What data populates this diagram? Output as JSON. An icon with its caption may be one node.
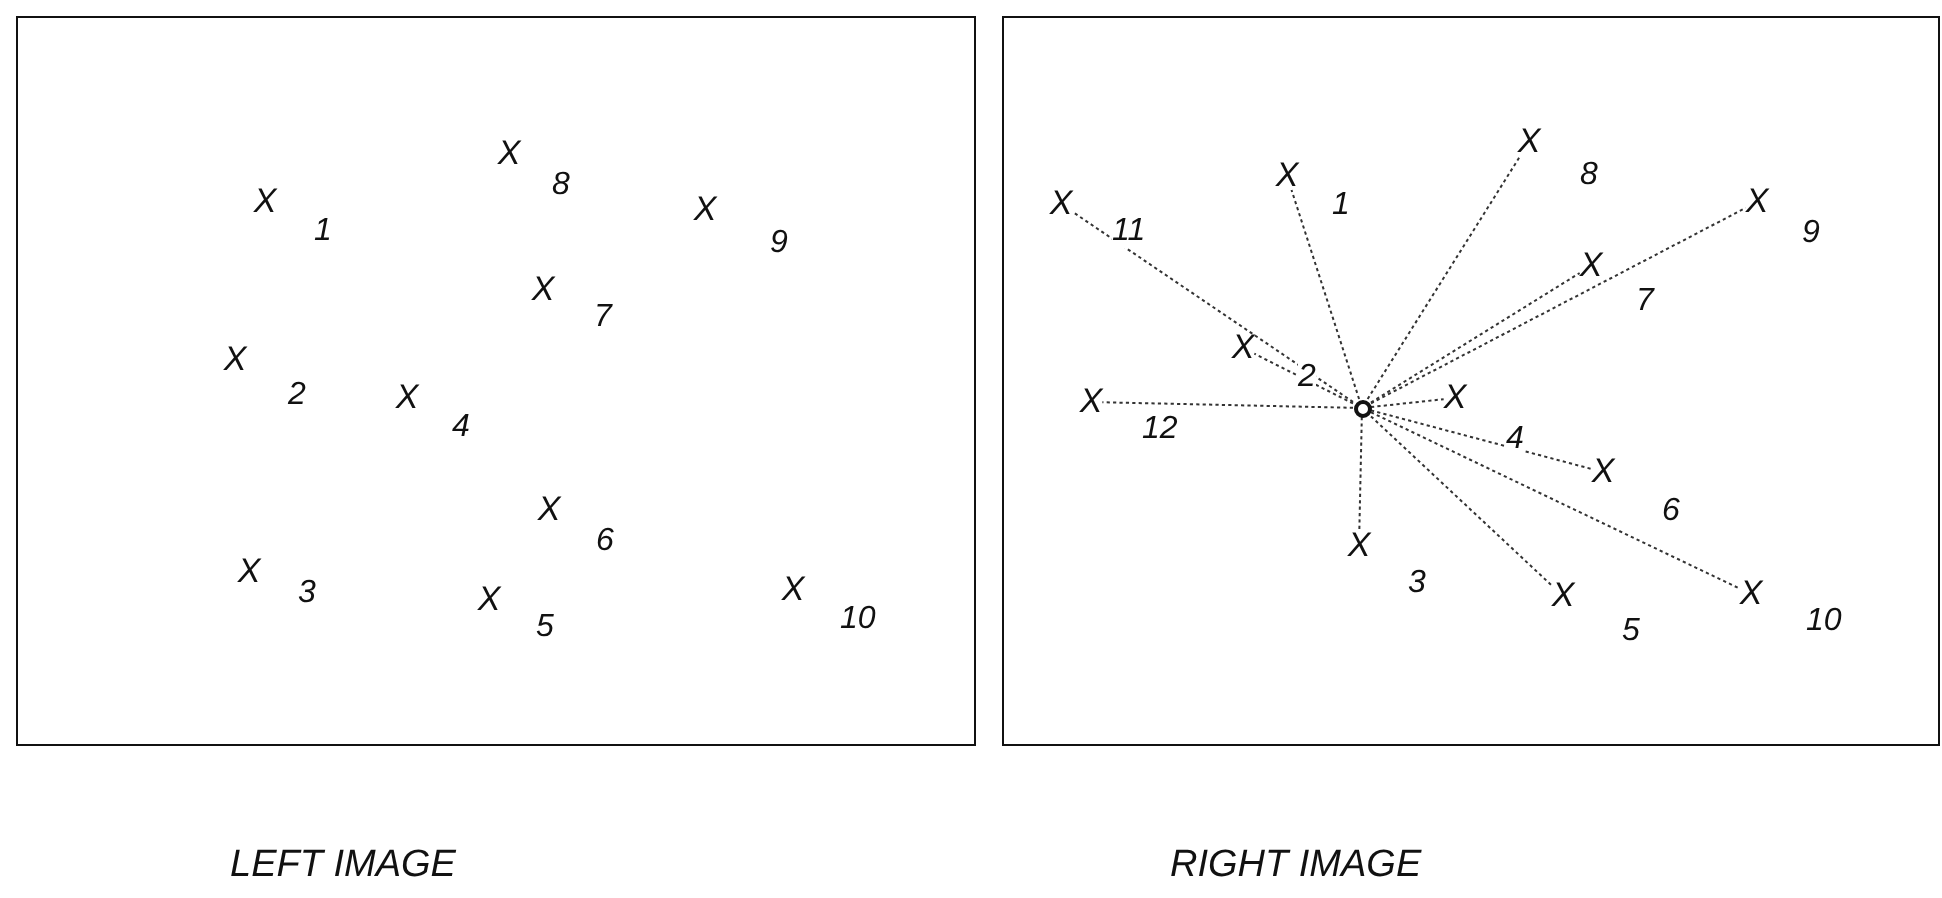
{
  "diagram": {
    "nodes": [
      {
        "text": [],
        "shape": "box",
        "beside": [
          "LEFT IMAGE"
        ]
      },
      {
        "text": [
          "X"
        ],
        "in": 0,
        "beside": [
          "1"
        ]
      },
      {
        "text": [
          "X"
        ],
        "in": 0,
        "beside": [
          "2"
        ]
      },
      {
        "text": [
          "X"
        ],
        "in": 0,
        "beside": [
          "3"
        ]
      },
      {
        "text": [
          "X"
        ],
        "in": 0,
        "beside": [
          "4"
        ]
      },
      {
        "text": [
          "X"
        ],
        "in": 0,
        "beside": [
          "5"
        ]
      },
      {
        "text": [
          "X"
        ],
        "in": 0,
        "beside": [
          "6"
        ]
      },
      {
        "text": [
          "X"
        ],
        "in": 0,
        "beside": [
          "7"
        ]
      },
      {
        "text": [
          "X"
        ],
        "in": 0,
        "beside": [
          "8"
        ]
      },
      {
        "text": [
          "X"
        ],
        "in": 0,
        "beside": [
          "9"
        ]
      },
      {
        "text": [
          "X"
        ],
        "in": 0,
        "beside": [
          "10"
        ]
      },
      {
        "text": [],
        "shape": "box",
        "beside": [
          "RIGHT IMAGE"
        ]
      },
      {
        "text": [],
        "shape": "circle",
        "in": 11
      },
      {
        "text": [
          "X"
        ],
        "in": 11,
        "beside": [
          "1"
        ]
      },
      {
        "text": [
          "X"
        ],
        "in": 11,
        "beside": [
          "2"
        ]
      },
      {
        "text": [
          "X"
        ],
        "in": 11,
        "beside": [
          "3"
        ]
      },
      {
        "text": [
          "X"
        ],
        "in": 11,
        "beside": [
          "4"
        ]
      },
      {
        "text": [
          "X"
        ],
        "in": 11,
        "beside": [
          "5"
        ]
      },
      {
        "text": [
          "X"
        ],
        "in": 11,
        "beside": [
          "6"
        ]
      },
      {
        "text": [
          "X"
        ],
        "in": 11,
        "beside": [
          "7"
        ]
      },
      {
        "text": [
          "X"
        ],
        "in": 11,
        "beside": [
          "8"
        ]
      },
      {
        "text": [
          "X"
        ],
        "in": 11,
        "beside": [
          "9"
        ]
      },
      {
        "text": [
          "X"
        ],
        "in": 11,
        "beside": [
          "10"
        ]
      },
      {
        "text": [
          "X"
        ],
        "in": 11,
        "beside": [
          "11"
        ]
      },
      {
        "text": [
          "X"
        ],
        "in": 11,
        "beside": [
          "12"
        ]
      }
    ],
    "edges": [
      {
        "from": 12,
        "to": 13,
        "arrow": "none",
        "style": "dashed"
      },
      {
        "from": 12,
        "to": 14,
        "arrow": "none",
        "style": "dashed"
      },
      {
        "from": 12,
        "to": 15,
        "arrow": "none",
        "style": "dashed"
      },
      {
        "from": 12,
        "to": 16,
        "arrow": "none",
        "style": "dashed"
      },
      {
        "from": 12,
        "to": 17,
        "arrow": "none",
        "style": "dashed"
      },
      {
        "from": 12,
        "to": 18,
        "arrow": "none",
        "style": "dashed"
      },
      {
        "from": 12,
        "to": 19,
        "arrow": "none",
        "style": "dashed"
      },
      {
        "from": 12,
        "to": 20,
        "arrow": "none",
        "style": "dashed"
      },
      {
        "from": 12,
        "to": 21,
        "arrow": "none",
        "style": "dashed"
      },
      {
        "from": 12,
        "to": 22,
        "arrow": "none",
        "style": "dashed"
      },
      {
        "from": 12,
        "to": 23,
        "arrow": "none",
        "style": "dashed"
      },
      {
        "from": 12,
        "to": 24,
        "arrow": "none",
        "style": "dashed"
      }
    ]
  }
}
